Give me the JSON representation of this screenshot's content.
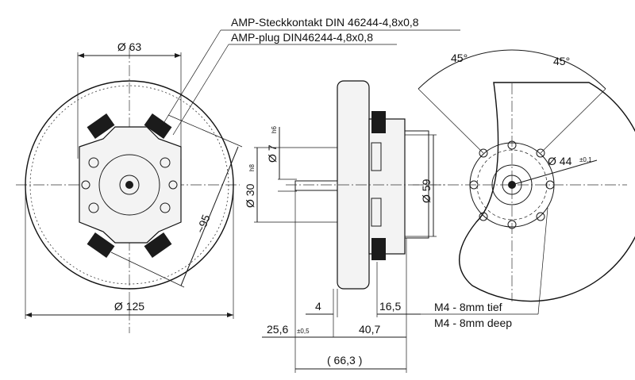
{
  "labels": {
    "amp_de": "AMP-Steckkontakt DIN 46244-4,8x0,8",
    "amp_en": "AMP-plug DIN46244-4,8x0,8",
    "d63": "Ø 63",
    "d125": "Ø 125",
    "approx95": "~95",
    "d7": "Ø 7",
    "d7_tol": "h6",
    "d30": "Ø 30",
    "d30_tol": "h8",
    "d59": "Ø 59",
    "d44": "Ø 44",
    "d44_tol": "±0,1",
    "angle_left": "45°",
    "angle_right": "45°",
    "dim_4": "4",
    "dim_16_5": "16,5",
    "dim_25_6": "25,6",
    "dim_25_6_tol": "±0,5",
    "dim_40_7": "40,7",
    "dim_66_3": "( 66,3 )",
    "m4_de": "M4 - 8mm tief",
    "m4_en": "M4 - 8mm deep"
  },
  "colors": {
    "line": "#1a1a1a",
    "fill_light": "#f3f3f3",
    "fill_dark": "#1b1b1b"
  }
}
